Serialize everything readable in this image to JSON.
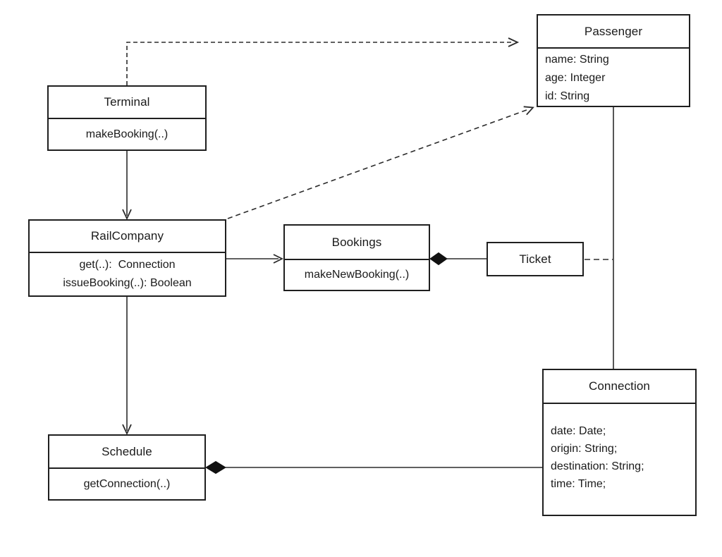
{
  "diagram": {
    "type": "uml-class-diagram",
    "classes": {
      "terminal": {
        "name": "Terminal",
        "attributes": [],
        "methods": [
          "makeBooking(..)"
        ]
      },
      "passenger": {
        "name": "Passenger",
        "attributes": [
          "name: String",
          "age: Integer",
          "id: String"
        ],
        "methods": []
      },
      "railcompany": {
        "name": "RailCompany",
        "attributes": [],
        "methods": [
          "get(..):  Connection",
          "issueBooking(..): Boolean"
        ]
      },
      "bookings": {
        "name": "Bookings",
        "attributes": [],
        "methods": [
          "makeNewBooking(..)"
        ]
      },
      "ticket": {
        "name": "Ticket",
        "attributes": [],
        "methods": []
      },
      "schedule": {
        "name": "Schedule",
        "attributes": [],
        "methods": [
          "getConnection(..)"
        ]
      },
      "connection": {
        "name": "Connection",
        "attributes": [
          "date: Date;",
          "origin: String;",
          "destination: String;",
          "time: Time;"
        ],
        "methods": []
      }
    },
    "relationships": [
      {
        "from": "Terminal",
        "to": "Passenger",
        "type": "dependency",
        "style": "dashed-open-arrow"
      },
      {
        "from": "Terminal",
        "to": "RailCompany",
        "type": "association",
        "style": "solid-open-arrow"
      },
      {
        "from": "RailCompany",
        "to": "Passenger",
        "type": "dependency",
        "style": "dashed-open-arrow"
      },
      {
        "from": "RailCompany",
        "to": "Bookings",
        "type": "association",
        "style": "solid-open-arrow"
      },
      {
        "from": "RailCompany",
        "to": "Schedule",
        "type": "association",
        "style": "solid-open-arrow"
      },
      {
        "from": "Bookings",
        "to": "Ticket",
        "type": "composition",
        "style": "filled-diamond-at-bookings"
      },
      {
        "from": "Ticket",
        "to": "Passenger",
        "type": "association",
        "style": "dashed-line"
      },
      {
        "from": "Passenger",
        "to": "Connection",
        "type": "association",
        "style": "solid-line"
      },
      {
        "from": "Schedule",
        "to": "Connection",
        "type": "composition",
        "style": "filled-diamond-at-schedule"
      }
    ],
    "colors": {
      "background": "#ffffff",
      "line": "#2b2b2b",
      "border": "#1f1f1f",
      "text": "#1a1a1a",
      "diamond_fill": "#111111"
    }
  }
}
